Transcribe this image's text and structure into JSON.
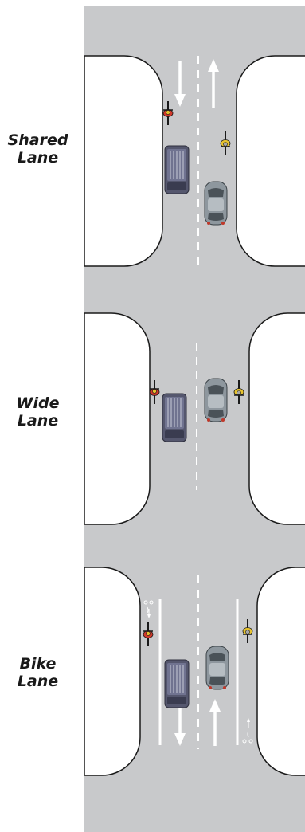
{
  "sections": [
    {
      "id": "shared",
      "label_line1": "Shared",
      "label_line2": "Lane"
    },
    {
      "id": "wide",
      "label_line1": "Wide",
      "label_line2": "Lane"
    },
    {
      "id": "bike",
      "label_line1": "Bike",
      "label_line2": "Lane"
    }
  ],
  "colors": {
    "road": "#c8c9cb",
    "block": "#ffffff",
    "block_outline": "#1a1a1a",
    "marking": "#ffffff",
    "truck": "#5a5c74",
    "car": "#9aa2a8",
    "bicycle": "#1a1a1a",
    "cyclist_red": "#d13a2c",
    "cyclist_yellow": "#e6c22e"
  }
}
